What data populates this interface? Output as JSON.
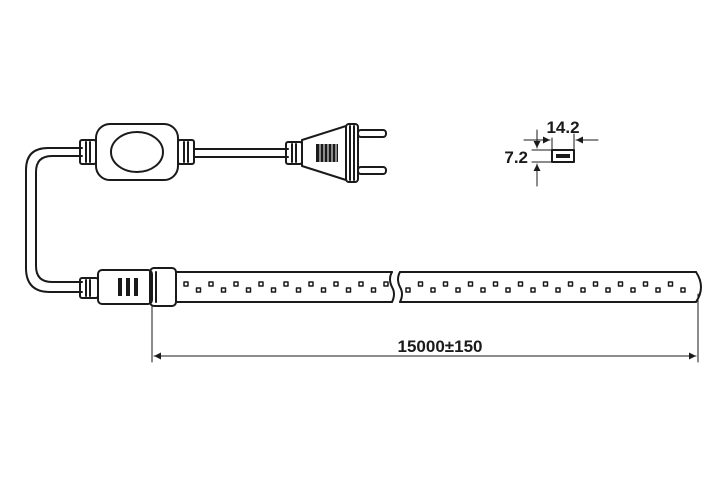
{
  "drawing": {
    "length_dimension": "15000±150",
    "width_dimension": "14.2",
    "height_dimension": "7.2",
    "line_color": "#1a1a1a",
    "background": "#ffffff"
  }
}
